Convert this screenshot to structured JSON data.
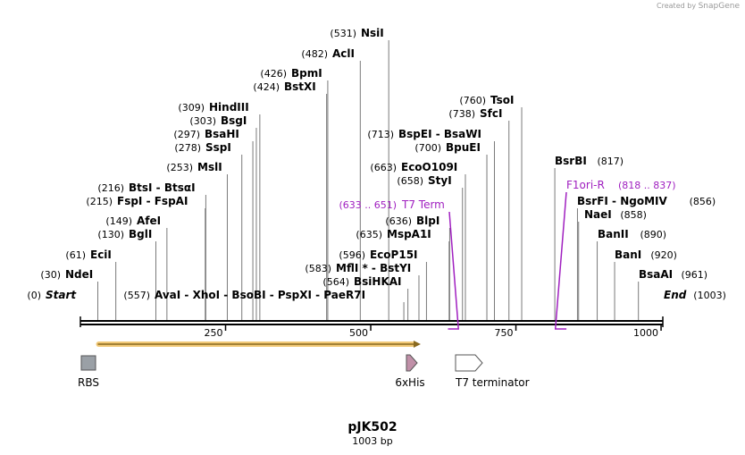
{
  "credit": {
    "prefix": "Created by",
    "brand": "SnapGene"
  },
  "map": {
    "name": "pJK502",
    "size_label": "1003 bp",
    "length": 1003,
    "ticks": [
      {
        "value": 250,
        "label": "250"
      },
      {
        "value": 500,
        "label": "500"
      },
      {
        "value": 750,
        "label": "750"
      },
      {
        "value": 1000,
        "label": "1000"
      }
    ],
    "sites": [
      {
        "pos": 0,
        "pos_label": "(0)",
        "name": "Start",
        "style": "italic"
      },
      {
        "pos": 30,
        "pos_label": "(30)",
        "name": "NdeI"
      },
      {
        "pos": 61,
        "pos_label": "(61)",
        "name": "EciI"
      },
      {
        "pos": 130,
        "pos_label": "(130)",
        "name": "BglI"
      },
      {
        "pos": 149,
        "pos_label": "(149)",
        "name": "AfeI"
      },
      {
        "pos": 215,
        "pos_label": "(215)",
        "name": "FspI  -  FspAI"
      },
      {
        "pos": 216,
        "pos_label": "(216)",
        "name": "BtsI  -  BtsαI"
      },
      {
        "pos": 253,
        "pos_label": "(253)",
        "name": "MslI"
      },
      {
        "pos": 278,
        "pos_label": "(278)",
        "name": "SspI"
      },
      {
        "pos": 297,
        "pos_label": "(297)",
        "name": "BsaHI"
      },
      {
        "pos": 303,
        "pos_label": "(303)",
        "name": "BsgI"
      },
      {
        "pos": 309,
        "pos_label": "(309)",
        "name": "HindIII"
      },
      {
        "pos": 424,
        "pos_label": "(424)",
        "name": "BstXI"
      },
      {
        "pos": 426,
        "pos_label": "(426)",
        "name": "BpmI"
      },
      {
        "pos": 482,
        "pos_label": "(482)",
        "name": "AclI"
      },
      {
        "pos": 531,
        "pos_label": "(531)",
        "name": "NsiI"
      },
      {
        "pos": 557,
        "pos_label": "(557)",
        "name": "AvaI  -  XhoI  -  BsoBI  -  PspXI  -  PaeR7I"
      },
      {
        "pos": 564,
        "pos_label": "(564)",
        "name": "BsiHKAI"
      },
      {
        "pos": 583,
        "pos_label": "(583)",
        "name": "MflI *  -  BstYI"
      },
      {
        "pos": 596,
        "pos_label": "(596)",
        "name": "EcoP15I"
      },
      {
        "pos": 635,
        "pos_label": "(635)",
        "name": "MspA1I"
      },
      {
        "pos": 636,
        "pos_label": "(636)",
        "name": "BlpI"
      },
      {
        "pos": 658,
        "pos_label": "(658)",
        "name": "StyI"
      },
      {
        "pos": 663,
        "pos_label": "(663)",
        "name": "EcoO109I"
      },
      {
        "pos": 700,
        "pos_label": "(700)",
        "name": "BpuEI"
      },
      {
        "pos": 713,
        "pos_label": "(713)",
        "name": "BspEI  -  BsaWI"
      },
      {
        "pos": 738,
        "pos_label": "(738)",
        "name": "SfcI"
      },
      {
        "pos": 760,
        "pos_label": "(760)",
        "name": "TsoI"
      },
      {
        "pos": 817,
        "pos_label": "(817)",
        "name": "BsrBI"
      },
      {
        "pos": 856,
        "pos_label": "(856)",
        "name": "BsrFI  -  NgoMIV"
      },
      {
        "pos": 858,
        "pos_label": "(858)",
        "name": "NaeI"
      },
      {
        "pos": 890,
        "pos_label": "(890)",
        "name": "BanII"
      },
      {
        "pos": 920,
        "pos_label": "(920)",
        "name": "BanI"
      },
      {
        "pos": 961,
        "pos_label": "(961)",
        "name": "BsaAI"
      },
      {
        "pos": 1003,
        "pos_label": "(1003)",
        "name": "End",
        "style": "italic"
      }
    ],
    "regions": [
      {
        "name": "T7 Term",
        "range_label": "(633 .. 651)",
        "start": 633,
        "end": 651,
        "color": "#a020c0"
      },
      {
        "name": "F1ori-R",
        "range_label": "(818 .. 837)",
        "start": 818,
        "end": 837,
        "color": "#a020c0"
      }
    ],
    "orf": {
      "start": 30,
      "end": 583,
      "fill": "#f0c060",
      "stroke": "#8a6a20"
    },
    "features": [
      {
        "name": "RBS",
        "start": 0,
        "end": 20,
        "shape": "box",
        "fill": "#9aa0a6"
      },
      {
        "name": "6xHis",
        "start": 564,
        "end": 583,
        "shape": "arrow",
        "fill": "#c090a8"
      },
      {
        "name": "T7 terminator",
        "start": 633,
        "end": 679,
        "shape": "arrow",
        "fill": "#ffffff"
      }
    ]
  }
}
